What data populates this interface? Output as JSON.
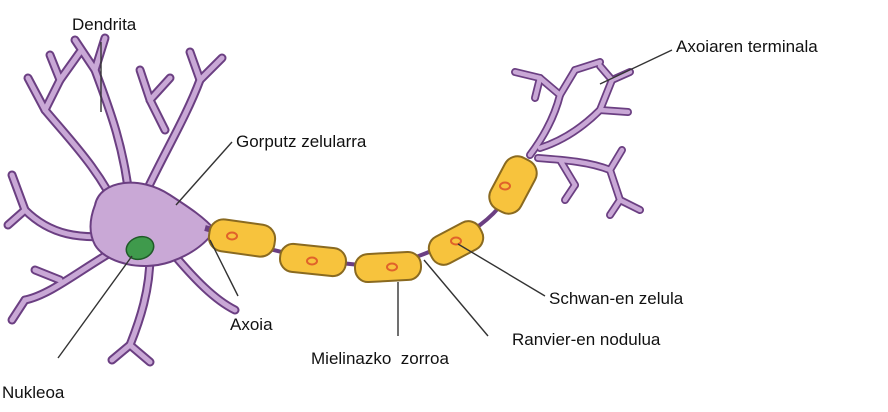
{
  "labels": {
    "dendrite": "Dendrita",
    "cell_body": "Gorputz zelularra",
    "axon_terminal": "Axoiaren terminala",
    "schwann_cell": "Schwan-en zelula",
    "axon": "Axoia",
    "node_of_ranvier": "Ranvier-en nodulua",
    "myelin_sheath": "Mielinazko  zorroa",
    "nucleus": "Nukleoa"
  },
  "colors": {
    "neuron_fill": "#c9a8d6",
    "neuron_outline": "#6b3f82",
    "nucleus_fill": "#3f9a4c",
    "myelin_fill": "#f7c33d",
    "myelin_outline": "#8a6a20",
    "schwann_nucleus": "#e0622a",
    "pointer_line": "#333333"
  }
}
